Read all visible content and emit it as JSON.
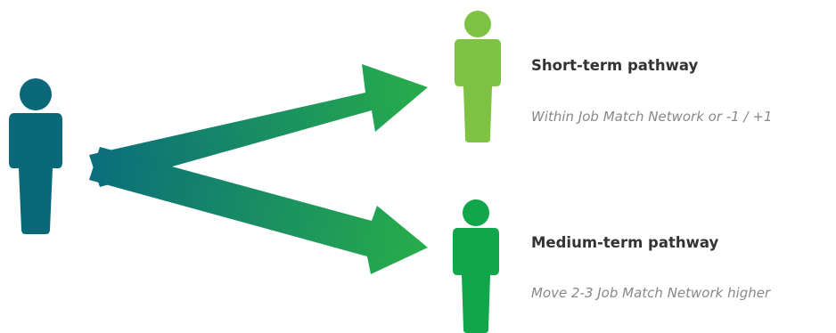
{
  "pathways": {
    "short": {
      "title": "Short-term pathway",
      "description": "Within Job Match Network or -1 / +1"
    },
    "medium": {
      "title": "Medium-term pathway",
      "description": "Move 2-3 Job Match Network higher"
    }
  },
  "colors": {
    "current_person": "#0a6878",
    "short_term_person": "#7dc242",
    "medium_term_person": "#12a64a",
    "arrow_start": "#0a6d7c",
    "arrow_end": "#27ad4a",
    "title_text": "#333333",
    "description_text": "#888888"
  },
  "icons": {
    "current": "person-icon",
    "short_term": "person-icon",
    "medium_term": "person-icon"
  }
}
